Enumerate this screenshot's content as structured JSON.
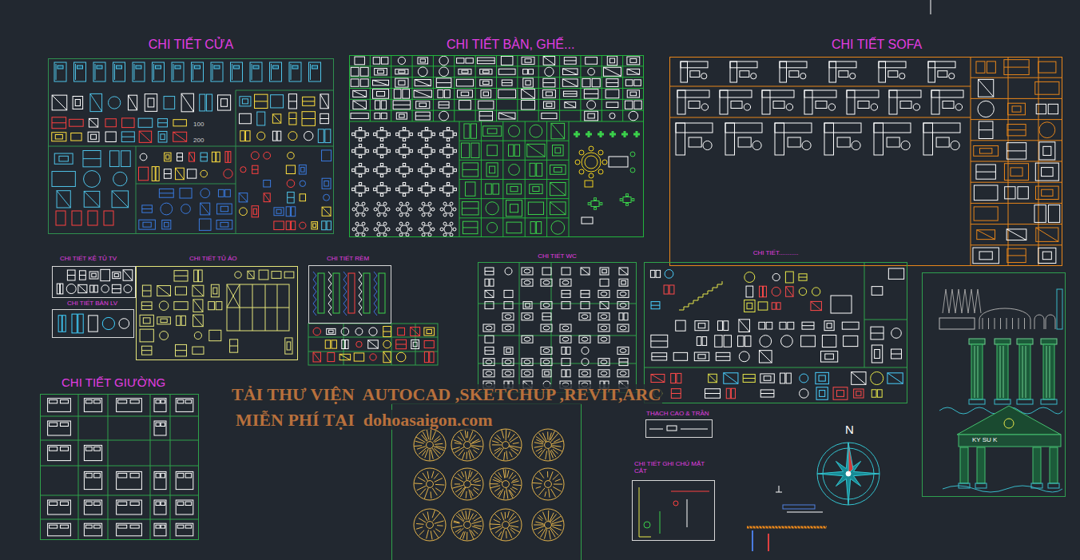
{
  "diagram": {
    "nodes": [
      {
        "text": [
          "CHI TIẾT CỬA"
        ]
      },
      {
        "text": [
          "CHI TIẾT BÀN, GHẾ..."
        ]
      },
      {
        "text": [
          "CHI TIẾT SOFA"
        ]
      },
      {
        "text": [
          "CHI TIẾT KỆ TỦ TV"
        ]
      },
      {
        "text": [
          "CHI TIẾT TỦ ÁO"
        ]
      },
      {
        "text": [
          "CHI TIẾT RÈM"
        ]
      },
      {
        "text": [
          "CHI TIẾT WC"
        ]
      },
      {
        "text": [
          "CHI TIẾT..........."
        ]
      },
      {
        "text": [
          "KY SU K"
        ]
      },
      {
        "text": [
          "CHI TIẾT BÀN LV"
        ]
      },
      {
        "text": [
          "CHI TIẾT GIƯỜNG"
        ]
      },
      {
        "text": [
          "THẠCH CAO & TRẦN"
        ]
      },
      {
        "text": [
          "CHI TIẾT GHI CHÚ MẶT CẮT"
        ]
      }
    ],
    "labels": [
      "100",
      "200",
      "TẢI THƯ VIỆN  AUTOCAD ,SKETCHUP ,REVIT,ARC",
      "MIỄN PHÍ TẠI  dohoasaigon.com",
      "N"
    ]
  }
}
